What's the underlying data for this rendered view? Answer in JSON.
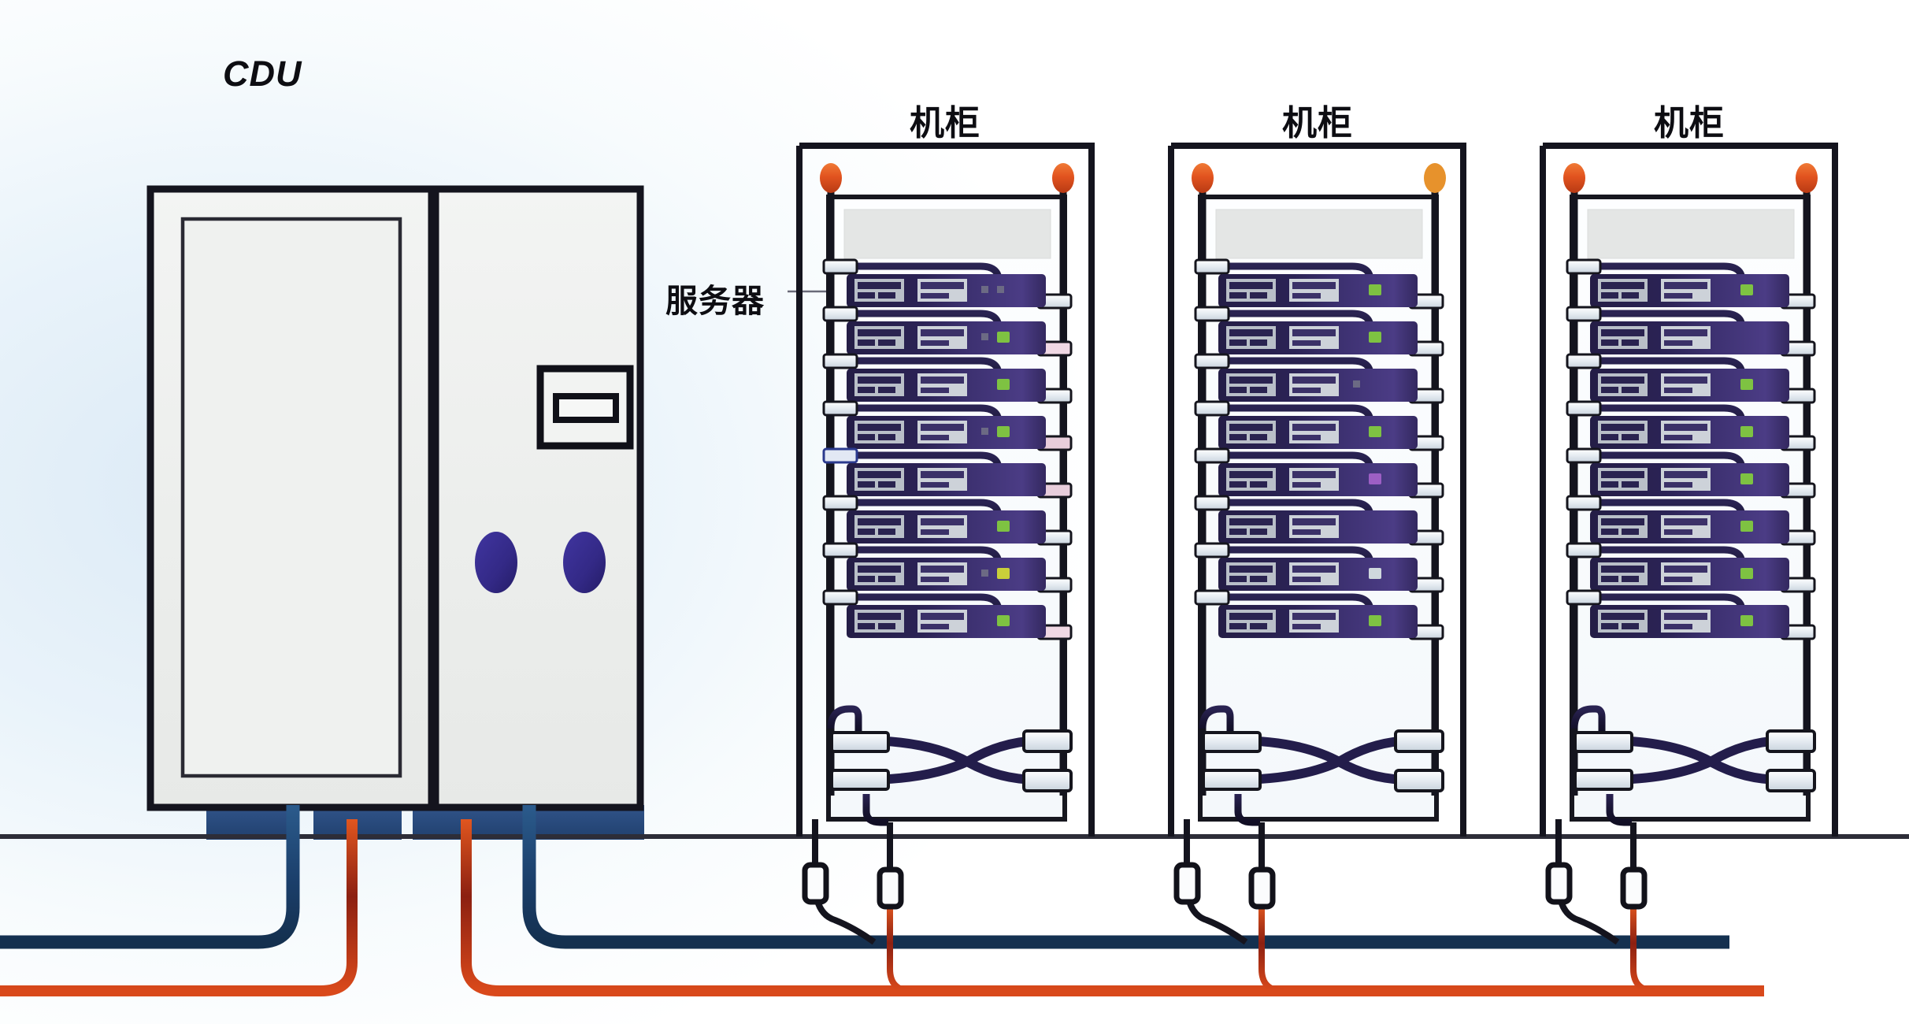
{
  "diagram": {
    "title_labels": {
      "cdu": "CDU",
      "server_callout": "服务器",
      "rack_label": "机柜"
    },
    "colors": {
      "outline": "#14141e",
      "supply_pipe_blue": "#1b3f73",
      "return_pipe_red": "#d1401c",
      "server_body": "#2e2459",
      "server_body_light": "#4a3d7a",
      "server_panel": "#c8cdd6",
      "led_green": "#7ec242",
      "led_orange": "#e8622a",
      "cdu_face": "#eef0ef",
      "cdu_oval": "#342a84",
      "pedestal": "#2b4673",
      "background_tint": "#e7f2fa"
    },
    "cdu": {
      "name": "CDU",
      "panels": [
        {
          "id": "left-door",
          "has_inner_frame": true
        },
        {
          "id": "right-door",
          "has_inner_frame": false
        }
      ],
      "control_panel": {
        "present": true,
        "shape": "nested-rectangle"
      },
      "indicator_ovals": 2,
      "pedestal_blocks": 4,
      "pipe_ports": [
        {
          "type": "supply",
          "color": "#1b3f73"
        },
        {
          "type": "return",
          "color": "#d1401c"
        },
        {
          "type": "return",
          "color": "#d1401c"
        },
        {
          "type": "supply",
          "color": "#1b3f73"
        }
      ]
    },
    "racks": [
      {
        "index": 1,
        "label": "机柜",
        "server_count": 8,
        "top_indicators": 2,
        "indicator_color": "#e8622a",
        "has_blank_panel": true,
        "manifold": {
          "crossed_hoses": true,
          "quick_disconnects": 4
        },
        "floor_drops": [
          {
            "side": "left",
            "type": "supply",
            "color": "#1b3f73"
          },
          {
            "side": "right",
            "type": "return",
            "color": "#b5311a"
          }
        ]
      },
      {
        "index": 2,
        "label": "机柜",
        "server_count": 8,
        "top_indicators": 2,
        "indicator_color": "#e8622a",
        "has_blank_panel": true,
        "manifold": {
          "crossed_hoses": true,
          "quick_disconnects": 4
        },
        "floor_drops": [
          {
            "side": "left",
            "type": "supply",
            "color": "#1b3f73"
          },
          {
            "side": "right",
            "type": "return",
            "color": "#b5311a"
          }
        ]
      },
      {
        "index": 3,
        "label": "机柜",
        "server_count": 8,
        "top_indicators": 2,
        "indicator_color": "#e8622a",
        "has_blank_panel": true,
        "manifold": {
          "crossed_hoses": true,
          "quick_disconnects": 4
        },
        "floor_drops": [
          {
            "side": "left",
            "type": "supply",
            "color": "#1b3f73"
          },
          {
            "side": "right",
            "type": "return",
            "color": "#b5311a"
          }
        ]
      }
    ],
    "floor": {
      "ground_line": true
    },
    "loop_pipes": [
      {
        "name": "supply-trunk",
        "color": "#1b3f73",
        "description": "blue supply trunk running along the floor"
      },
      {
        "name": "return-trunk",
        "color": "#d1401c",
        "description": "red return trunk running below the supply trunk"
      }
    ]
  }
}
